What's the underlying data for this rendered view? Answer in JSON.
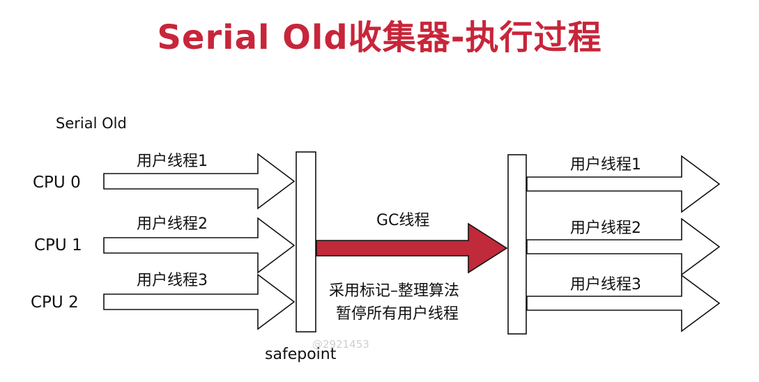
{
  "title": "Serial Old收集器-执行过程",
  "collector_label": "Serial Old",
  "cpus": [
    {
      "label": "CPU 0",
      "thread": "用户线程1"
    },
    {
      "label": "CPU 1",
      "thread": "用户线程2"
    },
    {
      "label": "CPU 2",
      "thread": "用户线程3"
    }
  ],
  "gc_thread_label": "GC线程",
  "gc_desc_line1": "采用标记–整理算法",
  "gc_desc_line2": "暂停所有用户线程",
  "safepoint_label": "safepoint",
  "after_threads": [
    "用户线程1",
    "用户线程2",
    "用户线程3"
  ],
  "watermark": "@2921453",
  "colors": {
    "title": "#c8253a",
    "gc_arrow": "#c02a3a",
    "stroke": "#111111"
  }
}
